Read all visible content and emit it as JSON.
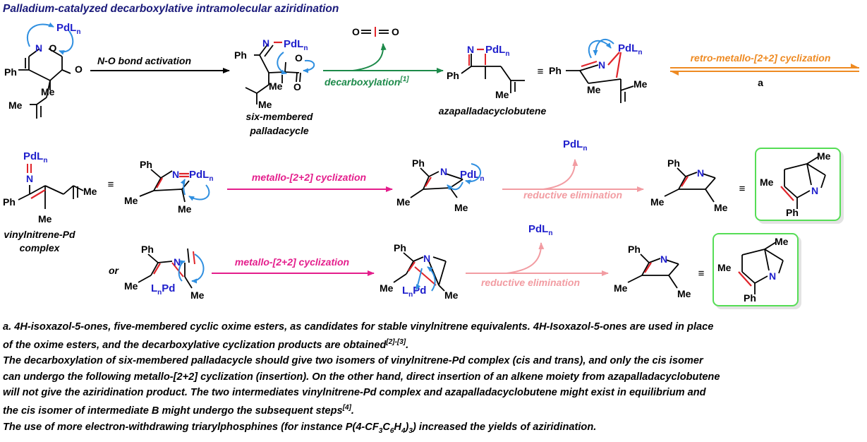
{
  "title": "Palladium-catalyzed decarboxylative intramolecular aziridination",
  "colors": {
    "title": "#1a1a7a",
    "pd": "#1f1fcc",
    "nitrogen": "#1f1fcc",
    "bond_red": "#e0242a",
    "arrow_blue": "#2f8fe0",
    "green": "#1d8a4a",
    "orange": "#ee8a22",
    "magenta": "#e41e8c",
    "pink": "#f29ca2",
    "box_green": "#55dd55"
  },
  "atoms": {
    "pd": "Pd",
    "pdln_l": "L",
    "pdln_n": "n",
    "n": "N",
    "o": "O",
    "ph": "Ph",
    "me": "Me",
    "co2_o": "O"
  },
  "row1": {
    "arrow1_label": "N-O bond activation",
    "product1_label_line1": "six-membered",
    "product1_label_line2": "palladacycle",
    "arrow2_label": "decarboxylation",
    "arrow2_ref": "[1]",
    "product2_label": "azapalladacyclobutene",
    "equiv": "≡",
    "arrow3_label": "retro-metallo-[2+2] cyclization",
    "arrow3_note": "a"
  },
  "row2": {
    "complex_label_line1": "vinylnitrene-Pd",
    "complex_label_line2": "complex",
    "equiv": "≡",
    "arrow1_label": "metallo-[2+2] cyclization",
    "arrow2_label": "reductive elimination"
  },
  "row3": {
    "or_label": "or",
    "arrow1_label": "metallo-[2+2] cyclization",
    "arrow2_label": "reductive elimination",
    "equiv": "≡"
  },
  "notes": {
    "n1a": "a. 4H-isoxazol-5-ones, five-membered cyclic oxime esters, as candidates for stable vinylnitrene equivalents. 4H-Isoxazol-5-ones are used in place",
    "n1b": "of the oxime esters, and the decarboxylative cyclization products are obtained",
    "n1b_sup": "[2]-[3]",
    "n1b_end": ".",
    "n2a": "The decarboxylation of six-membered palladacycle should give two isomers of vinylnitrene-Pd complex (cis and trans), and only the cis isomer",
    "n2b": "can undergo the following metallo-[2+2] cyclization (insertion). On the other hand, direct insertion of an alkene moiety from azapalladacyclobutene",
    "n2c": "will not give the aziridination product. The two intermediates vinylnitrene-Pd complex and azapalladacyclobutene might exist in equilibrium and",
    "n2d": "the cis isomer of intermediate B might undergo the subsequent steps",
    "n2d_sup": "[4]",
    "n2d_end": ".",
    "n3_pre": "The use of more electron-withdrawing triarylphosphines (for instance P(4-CF",
    "n3_sub1": "3",
    "n3_mid": "C",
    "n3_sub2": "6",
    "n3_h": "H",
    "n3_sub3": "4",
    "n3_close": ")",
    "n3_sub4": "3",
    "n3_post": ") increased the yields of aziridination."
  }
}
